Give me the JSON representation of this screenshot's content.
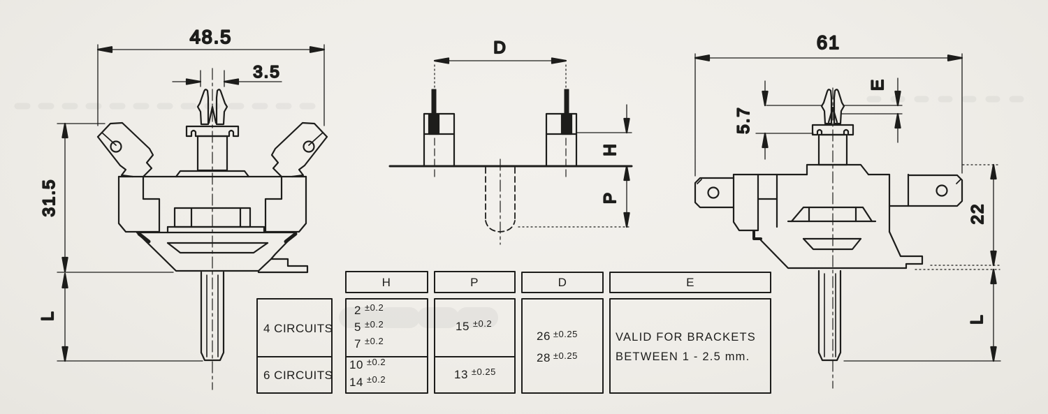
{
  "dimensions": {
    "front_width": "48.5",
    "clip_width": "3.5",
    "front_height": "31.5",
    "front_shaft_length": "L",
    "pin_spacing": "D",
    "post_height": "H",
    "hole_depth": "P",
    "back_width": "61",
    "clip_height": "5.7",
    "bracket_gap": "E",
    "back_height": "22",
    "back_shaft_length": "L"
  },
  "table": {
    "col_headers": [
      "H",
      "P",
      "D",
      "E"
    ],
    "row_labels": [
      "4 CIRCUITS",
      "6 CIRCUITS"
    ],
    "h_top": [
      {
        "v": "2",
        "t": "±0.2"
      },
      {
        "v": "5",
        "t": "±0.2"
      },
      {
        "v": "7",
        "t": "±0.2"
      }
    ],
    "h_bottom": [
      {
        "v": "10",
        "t": "±0.2"
      },
      {
        "v": "14",
        "t": "±0.2"
      }
    ],
    "p_top": {
      "v": "15",
      "t": "±0.2"
    },
    "p_bottom": {
      "v": "13",
      "t": "±0.25"
    },
    "d_values": [
      {
        "v": "26",
        "t": "±0.25"
      },
      {
        "v": "28",
        "t": "±0.25"
      }
    ],
    "e_note": [
      "VALID FOR BRACKETS",
      "BETWEEN 1 - 2.5 mm."
    ]
  }
}
